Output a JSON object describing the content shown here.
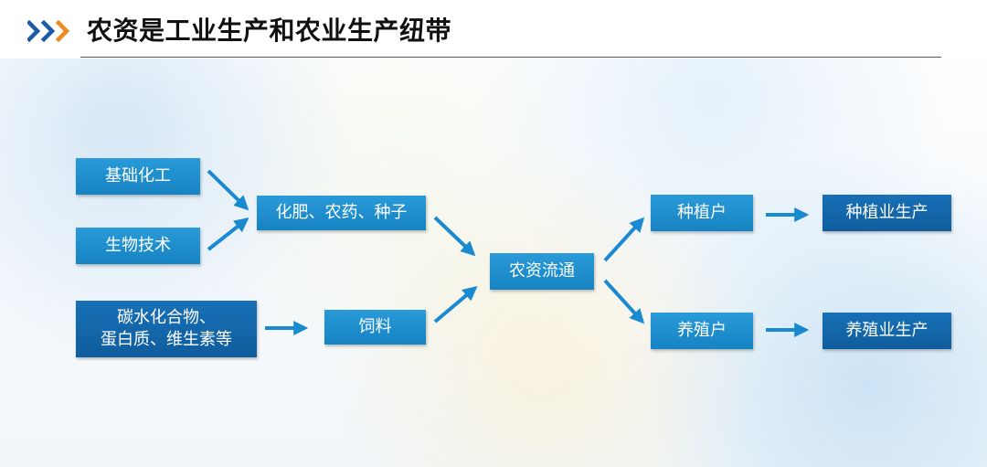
{
  "title": "农资是工业生产和农业生产纽带",
  "colors": {
    "box": "#1a8fd0",
    "box_dark": "#0f5d9d",
    "arrow": "#1a8ad0",
    "chevron_blue": "#1d5aa8",
    "chevron_orange": "#f08a1c"
  },
  "diagram": {
    "nodes": {
      "basic_chemical": "基础化工",
      "biotech": "生物技术",
      "nutrients_line1": "碳水化合物、",
      "nutrients_line2": "蛋白质、维生素等",
      "fertilizer_pesticide_seed": "化肥、农药、种子",
      "feed": "饲料",
      "circulation": "农资流通",
      "planter": "种植户",
      "breeder": "养殖户",
      "planting_production": "种植业生产",
      "breeding_production": "养殖业生产"
    },
    "edges": [
      [
        "基础化工",
        "化肥、农药、种子"
      ],
      [
        "生物技术",
        "化肥、农药、种子"
      ],
      [
        "碳水化合物、蛋白质、维生素等",
        "饲料"
      ],
      [
        "化肥、农药、种子",
        "农资流通"
      ],
      [
        "饲料",
        "农资流通"
      ],
      [
        "农资流通",
        "种植户"
      ],
      [
        "农资流通",
        "养殖户"
      ],
      [
        "种植户",
        "种植业生产"
      ],
      [
        "养殖户",
        "养殖业生产"
      ]
    ]
  }
}
